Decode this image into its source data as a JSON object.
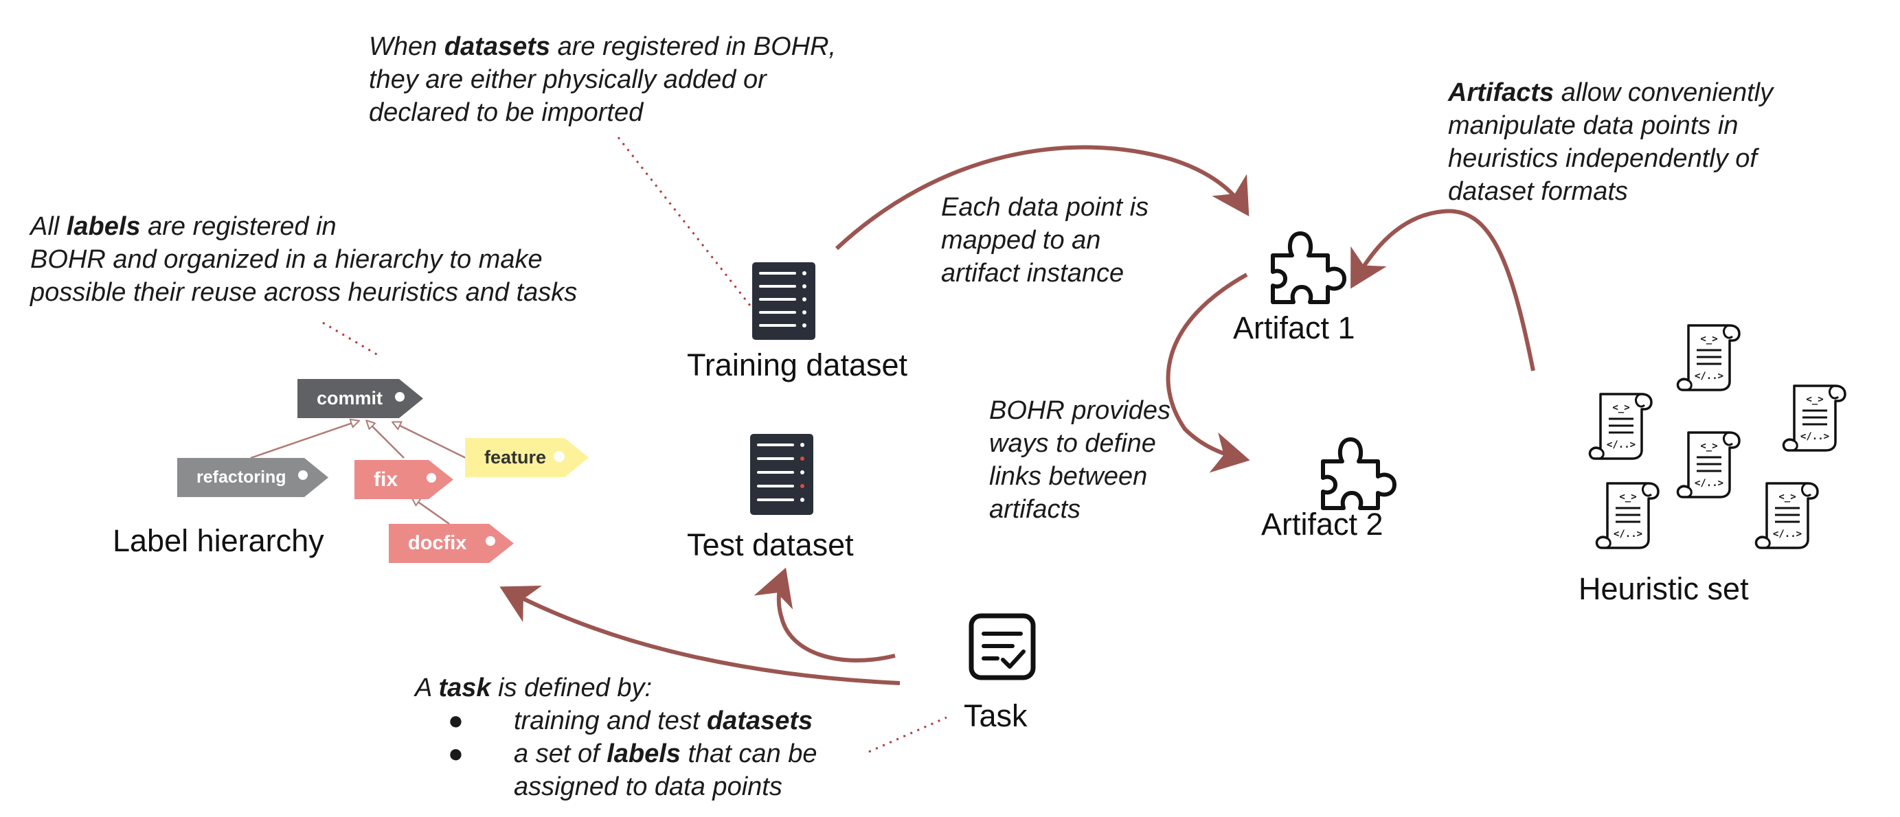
{
  "notes": {
    "datasets": {
      "pre1": "When ",
      "b1": "datasets",
      "post1": " are registered in BOHR,",
      "line2": "they are either physically added or",
      "line3": "declared to be imported"
    },
    "labels": {
      "pre1": "All ",
      "b1": "labels",
      "post1": " are registered in",
      "line2": "BOHR and organized in a hierarchy to make",
      "line3": "possible their reuse across heuristics and tasks"
    },
    "mapping": {
      "line1": "Each data point is",
      "line2": "mapped to an",
      "line3": "artifact instance"
    },
    "links": {
      "line1": "BOHR provides",
      "line2": "ways to define",
      "line3": "links between",
      "line4": "artifacts"
    },
    "artifacts": {
      "b1": "Artifacts",
      "post1": " allow conveniently",
      "line2": "manipulate data points in",
      "line3": "heuristics independently of",
      "line4": "dataset formats"
    },
    "task": {
      "pre1": "A ",
      "b1": "task",
      "post1": " is defined by:",
      "bullet1_pre": "training and test ",
      "bullet1_b": "datasets",
      "bullet2_pre": "a set of ",
      "bullet2_b": "labels",
      "bullet2_post": " that can be",
      "bullet2_line2": "assigned to data points"
    }
  },
  "captions": {
    "training_dataset": "Training dataset",
    "test_dataset": "Test dataset",
    "artifact1": "Artifact 1",
    "artifact2": "Artifact 2",
    "heuristic_set": "Heuristic set",
    "task": "Task",
    "label_hierarchy": "Label hierarchy"
  },
  "labels": {
    "commit": "commit",
    "refactoring": "refactoring",
    "fix": "fix",
    "feature": "feature",
    "docfix": "docfix"
  },
  "colors": {
    "arrow": "#9b5550",
    "dotted": "#b03a3a",
    "commit": "#5f6165",
    "refactoring": "#8b8c8e",
    "fix": "#ec8a88",
    "docfix": "#ec8a88",
    "feature": "#fdf29a",
    "server": "#2a2f3a"
  }
}
